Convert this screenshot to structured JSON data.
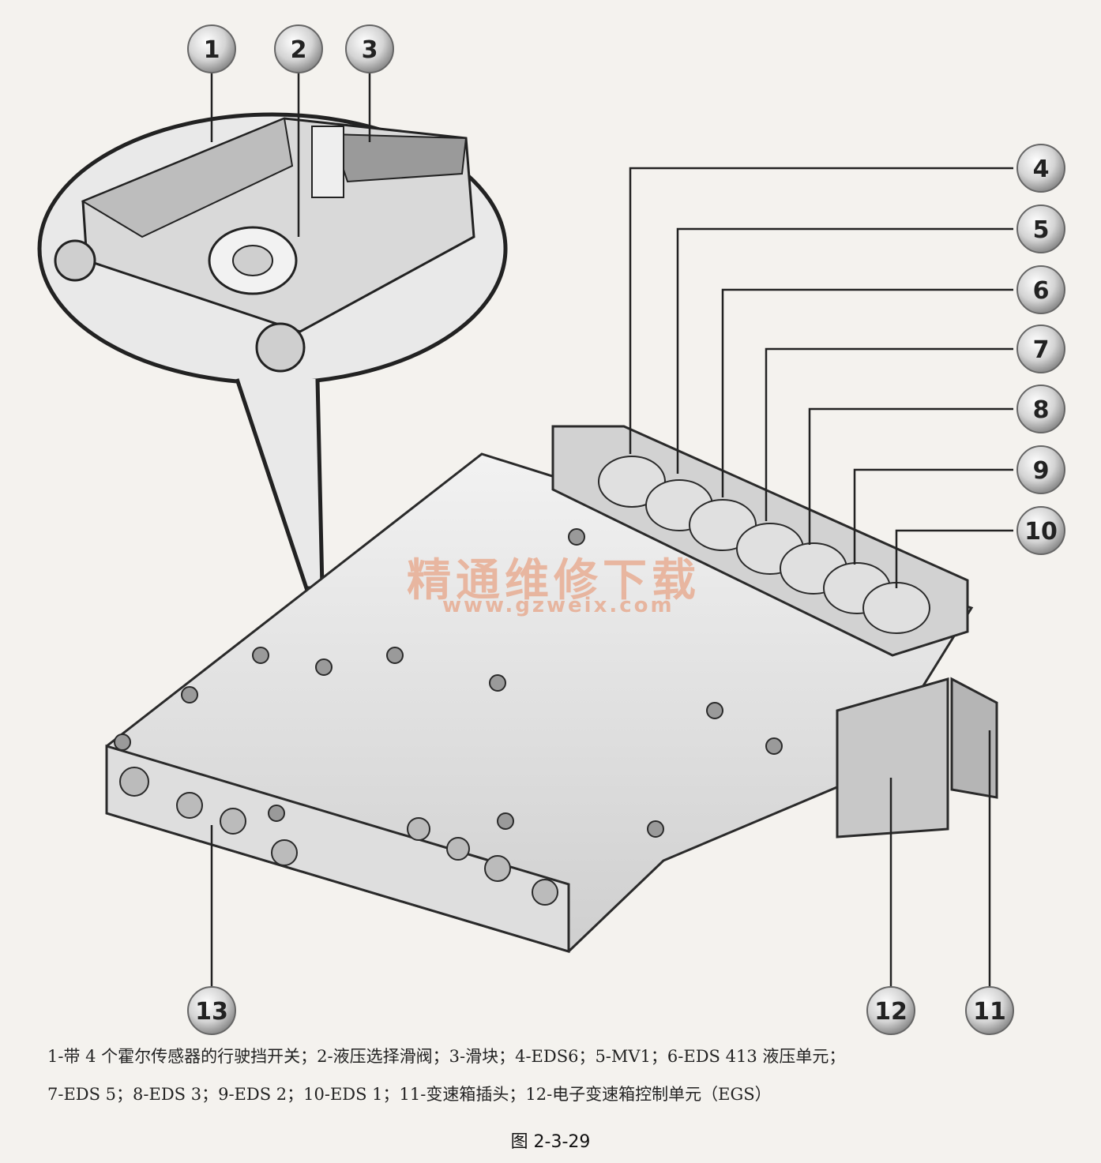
{
  "callouts": [
    "1",
    "2",
    "3",
    "4",
    "5",
    "6",
    "7",
    "8",
    "9",
    "10",
    "11",
    "12",
    "13"
  ],
  "watermark": {
    "text": "精通维修下载",
    "url": "www.gzweix.com"
  },
  "caption": {
    "line1": "1-带 4 个霍尔传感器的行驶挡开关；2-液压选择滑阀；3-滑块；4-EDS6；5-MV1；6-EDS 413 液压单元；",
    "line2": "7-EDS 5；8-EDS 3；9-EDS 2；10-EDS 1；11-变速箱插头；12-电子变速箱控制单元（EGS）"
  },
  "figure_label": "图 2-3-29",
  "colors": {
    "line": "#2a2a2a",
    "callout_fill": "#d8d8d8",
    "body": "#ececec"
  }
}
